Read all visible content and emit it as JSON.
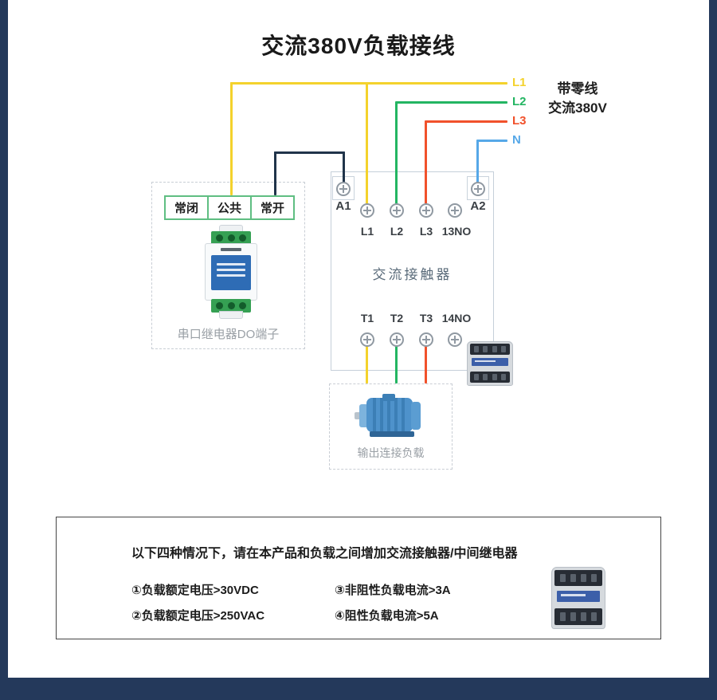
{
  "page": {
    "title": "交流380V负载接线"
  },
  "supply": {
    "note_line1": "带零线",
    "note_line2": "交流380V",
    "wires": [
      {
        "label": "L1",
        "color": "#f4d22c"
      },
      {
        "label": "L2",
        "color": "#23b562"
      },
      {
        "label": "L3",
        "color": "#f1512b"
      },
      {
        "label": "N",
        "color": "#56a8e8"
      }
    ]
  },
  "relay_box": {
    "terminals": [
      "常闭",
      "公共",
      "常开"
    ],
    "caption": "串口继电器DO端子"
  },
  "contactor_box": {
    "name": "交流接触器",
    "coil_left": "A1",
    "coil_right": "A2",
    "input_terminals": [
      "L1",
      "L2",
      "L3",
      "13NO"
    ],
    "output_terminals": [
      "T1",
      "T2",
      "T3",
      "14NO"
    ]
  },
  "load_box": {
    "caption": "输出连接负载"
  },
  "notice": {
    "heading": "以下四种情况下，请在本产品和负载之间增加交流接触器/中间继电器",
    "items_left": [
      "①负载额定电压>30VDC",
      "②负载额定电压>250VAC"
    ],
    "items_right": [
      "③非阻性负载电流>3A",
      "④阻性负载电流>5A"
    ]
  },
  "colors": {
    "frame_navy": "#24395b",
    "control_wire": "#20344a"
  }
}
